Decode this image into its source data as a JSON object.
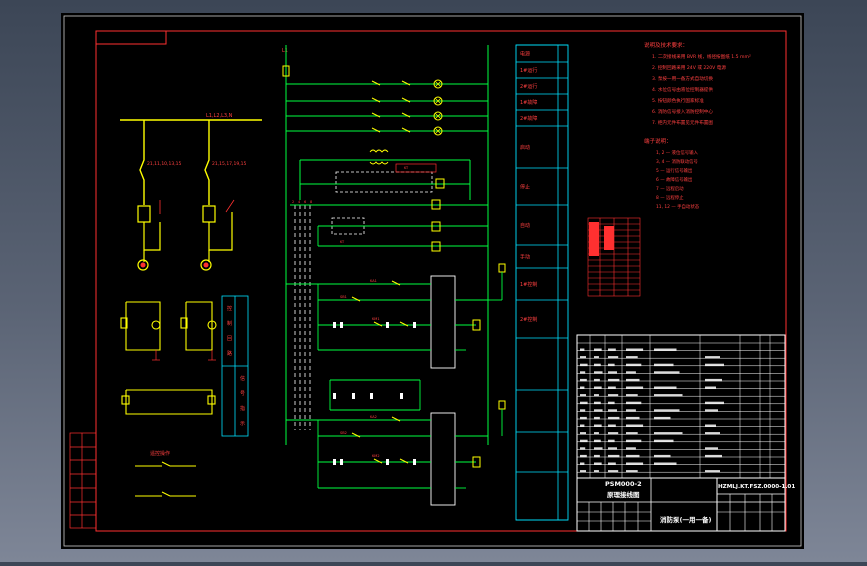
{
  "drawing": {
    "main_lines": {
      "L1": "L1",
      "top_left_busbar": "L1,L2,L3,N",
      "left_breaker_tag": "21,11,10,13,15",
      "right_breaker_tag": "21,15,17,19,15",
      "remote_section": "遥控操作"
    },
    "legend_items": [
      "电源",
      "1#运行",
      "2#运行",
      "1#故障",
      "2#故障",
      "启动",
      "停止",
      "自动",
      "手动",
      "1#控制",
      "2#控制"
    ],
    "notes": {
      "title": "说明及技术要求：",
      "lines": [
        "1. 二次接线采用 BVR 线，线径按图纸 1.5 mm²",
        "2. 控制回路采用 24V 或 220V 电源",
        "3. 泵按一用一备方式自动切换",
        "4. 水位信号由液位控制器提供",
        "5. 按钮颜色执行国家标准",
        "6. 消防信号接入消防控制中心",
        "7. 柜内元件布置见元件布置图"
      ],
      "sub_title": "端子说明：",
      "sub_lines": [
        "1, 2 — 液位信号输入",
        "3, 4 — 消防联动信号",
        "5 — 运行信号输出",
        "6 — 故障信号输出",
        "7 — 远程启动",
        "8 — 远程停止",
        "11, 12 — 手自动状态"
      ]
    },
    "title_block": {
      "drawing_number": "HZMLJ.KT.FSZ.0000-1.01",
      "drawing_code": "PSM000-2",
      "drawing_title": "原理接线图",
      "device_name": "消防泵(一用一备)"
    }
  }
}
